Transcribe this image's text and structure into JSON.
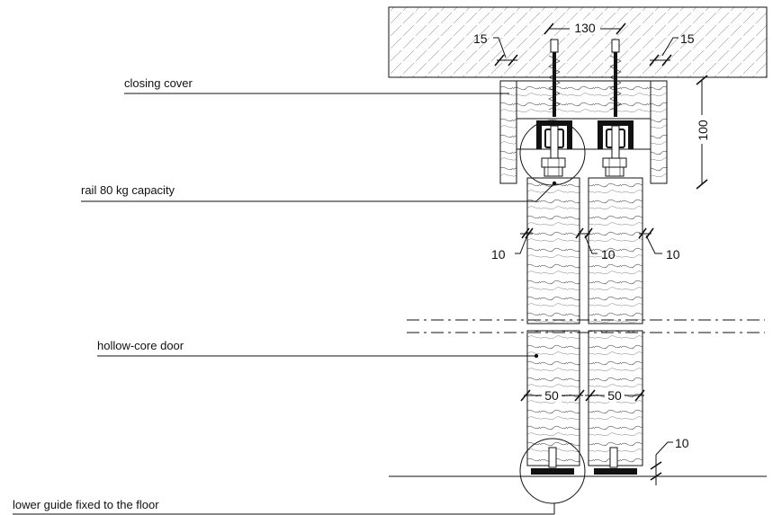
{
  "labels": {
    "closing_cover": "closing cover",
    "rail": "rail 80 kg capacity",
    "door": "hollow-core door",
    "guide": "lower guide fixed to the floor"
  },
  "dimensions": {
    "top_width": "130",
    "gap_left": "15",
    "gap_right": "15",
    "height": "100",
    "gap_1": "10",
    "gap_2": "10",
    "gap_3": "10",
    "door_1": "50",
    "door_2": "50",
    "floor_gap": "10"
  }
}
